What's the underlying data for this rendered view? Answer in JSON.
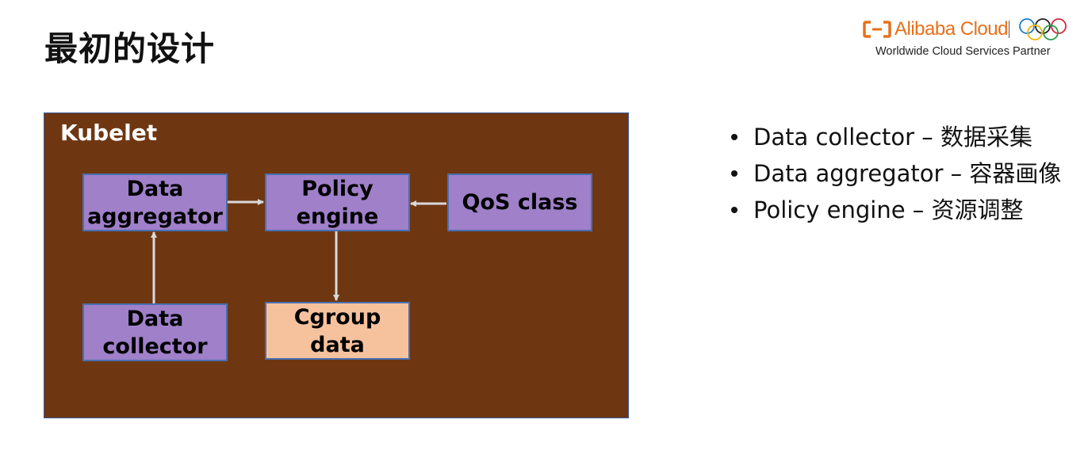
{
  "slide": {
    "title": "最初的设计"
  },
  "logo": {
    "brand": "Alibaba Cloud",
    "tagline": "Worldwide Cloud Services Partner",
    "brand_color": "#e8701a"
  },
  "diagram": {
    "frame_label": "Kubelet",
    "frame_color": "#6e3712",
    "box_purple_color": "#9f80c9",
    "box_peach_color": "#f6c29e",
    "arrow_color": "#d9d9d9",
    "boxes": {
      "data_aggregator": "Data\naggregator",
      "policy_engine": "Policy\nengine",
      "qos_class": "QoS class",
      "data_collector": "Data\ncollector",
      "cgroup_data": "Cgroup\ndata"
    },
    "edges": [
      {
        "from": "data_collector",
        "to": "data_aggregator"
      },
      {
        "from": "data_aggregator",
        "to": "policy_engine"
      },
      {
        "from": "qos_class",
        "to": "policy_engine"
      },
      {
        "from": "policy_engine",
        "to": "cgroup_data"
      }
    ]
  },
  "bullets": [
    "Data collector – 数据采集",
    "Data aggregator – 容器画像",
    "Policy engine – 资源调整"
  ]
}
